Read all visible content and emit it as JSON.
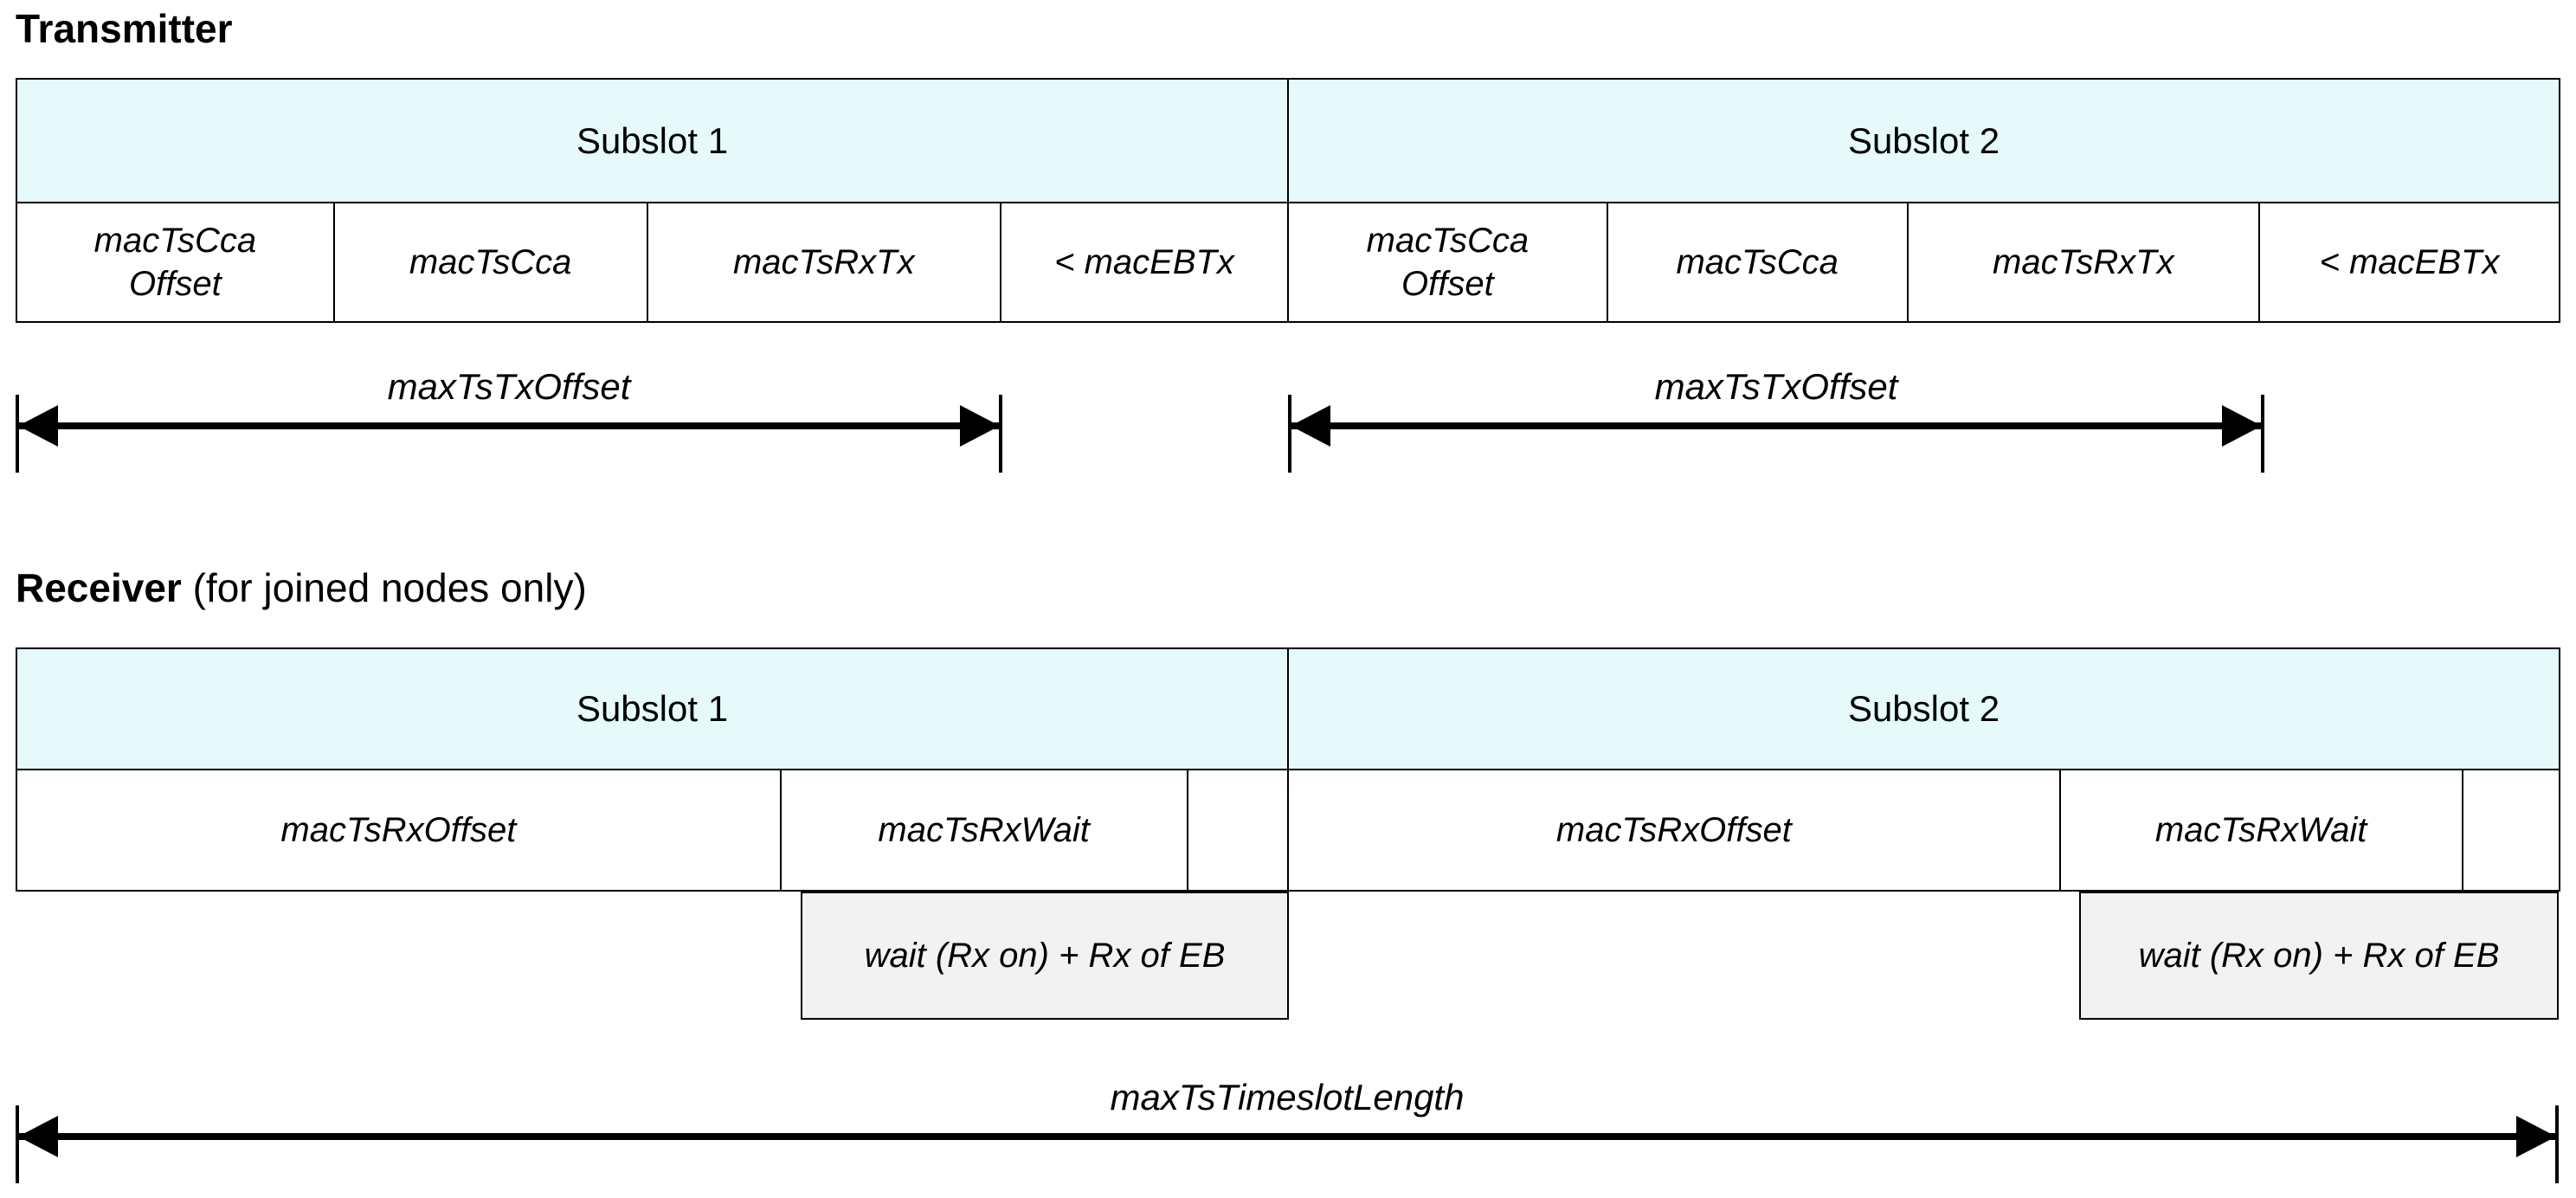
{
  "colors": {
    "subslot_header_bg": "#e6fafc",
    "wait_box_bg": "#f2f2f2"
  },
  "transmitter": {
    "title": "Transmitter",
    "subslot_headers": [
      "Subslot 1",
      "Subslot 2"
    ],
    "cells": [
      "macTsCca\nOffset",
      "macTsCca",
      "macTsRxTx",
      "< macEBTx",
      "macTsCca\nOffset",
      "macTsCca",
      "macTsRxTx",
      "< macEBTx"
    ],
    "tx_offset_arrow_labels": [
      "maxTsTxOffset",
      "maxTsTxOffset"
    ]
  },
  "receiver": {
    "title": "Receiver",
    "title_suffix": "(for joined nodes only)",
    "subslot_headers": [
      "Subslot 1",
      "Subslot 2"
    ],
    "cells": [
      "macTsRxOffset",
      "macTsRxWait",
      "",
      "macTsRxOffset",
      "macTsRxWait",
      ""
    ],
    "wait_box_labels": [
      "wait (Rx on) + Rx of EB",
      "wait (Rx on) + Rx of EB"
    ]
  },
  "timeslot_arrow_label": "maxTsTimeslotLength"
}
